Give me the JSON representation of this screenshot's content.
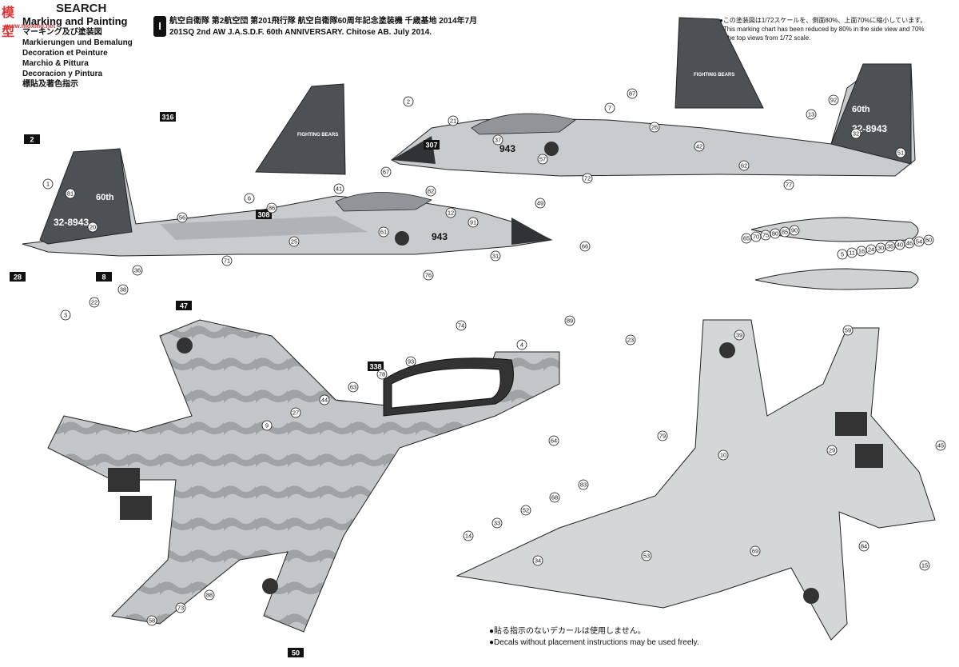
{
  "watermark": {
    "logo": "模型",
    "site": "www.moxing.net",
    "search": "SEARCH"
  },
  "titles": {
    "main": "Marking and Painting",
    "lines": [
      "マーキング及び塗装図",
      "Markierungen und Bemalung",
      "Decoration et Peinture",
      "Marchio & Pittura",
      "Decoracion y Pintura",
      "標貼及著色指示"
    ]
  },
  "header": {
    "step": "I",
    "jp": "航空自衛隊 第2航空団 第201飛行隊 航空自衛隊60周年記念塗装機 千歳基地 2014年7月",
    "en": "201SQ 2nd AW J.A.S.D.F. 60th ANNIVERSARY. Chitose AB. July 2014."
  },
  "note": {
    "jp": "●この塗装図は1/72スケールを、側面80%、上面70%に縮小しています。",
    "en1": "●This marking chart has been reduced by 80% in the side view and 70%",
    "en2": "in the top views from 1/72 scale."
  },
  "footer": {
    "jp": "●貼る指示のないデカールは使用しません。",
    "en": "●Decals without placement instructions may be used freely."
  },
  "markings": {
    "side_number": "943",
    "tail_number": "32-8943",
    "anniversary": "60th",
    "squadron": "FIGHTING BEARS"
  },
  "color_callouts": [
    "2",
    "8",
    "28",
    "47",
    "50",
    "307",
    "308",
    "316",
    "338"
  ],
  "decal_callouts": [
    "1",
    "2",
    "3",
    "4",
    "5",
    "6",
    "7",
    "9",
    "10",
    "11",
    "12",
    "13",
    "14",
    "15",
    "16",
    "20",
    "21",
    "22",
    "23",
    "24",
    "25",
    "26",
    "27",
    "29",
    "30",
    "31",
    "32",
    "33",
    "34",
    "35",
    "36",
    "37",
    "38",
    "39",
    "40",
    "41",
    "42",
    "44",
    "45",
    "46",
    "49",
    "51",
    "52",
    "53",
    "54",
    "56",
    "57",
    "58",
    "59",
    "60",
    "61",
    "62",
    "63",
    "64",
    "65",
    "66",
    "67",
    "68",
    "69",
    "70",
    "71",
    "72",
    "73",
    "74",
    "75",
    "76",
    "77",
    "78",
    "79",
    "80",
    "81",
    "82",
    "83",
    "84",
    "85",
    "86",
    "87",
    "88",
    "89",
    "90",
    "91",
    "92",
    "93"
  ]
}
